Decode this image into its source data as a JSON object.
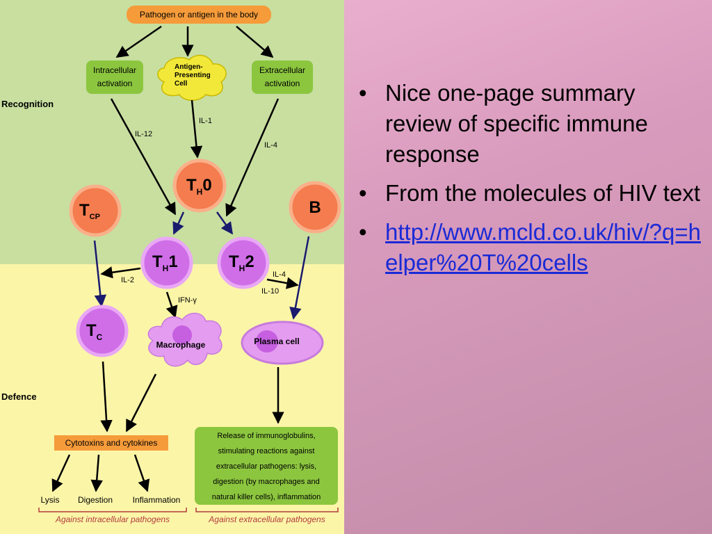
{
  "diagram": {
    "top_box": "Pathogen or antigen in the body",
    "intracellular": [
      "Intracellular",
      "activation"
    ],
    "extracellular": [
      "Extracellular",
      "activation"
    ],
    "apc": [
      "Antigen-",
      "Presenting",
      "Cell"
    ],
    "recognition": "Recognition",
    "defence": "Defence",
    "il12": "IL-12",
    "il1": "IL-1",
    "il4": "IL-4",
    "th0": {
      "main": "T",
      "sub": "H",
      "tail": "0"
    },
    "tcp": {
      "main": "T",
      "sub": "CP"
    },
    "b": "B",
    "th1": {
      "main": "T",
      "sub": "H",
      "tail": "1"
    },
    "th2": {
      "main": "T",
      "sub": "H",
      "tail": "2"
    },
    "il2": "IL-2",
    "il4b": "IL-4",
    "il10": "IL-10",
    "ifn": "IFN-γ",
    "tc": {
      "main": "T",
      "sub": "C"
    },
    "macrophage": "Macrophage",
    "plasma": "Plasma cell",
    "cytotoxins": "Cytotoxins and cytokines",
    "release": [
      "Release of immunoglobulins,",
      "stimulating reactions against",
      "extracellular pathogens: lysis,",
      "digestion (by macrophages and",
      "natural killer cells), inflammation"
    ],
    "lysis": "Lysis",
    "digestion": "Digestion",
    "inflammation": "Inflammation",
    "against_intra": "Against intracellular pathogens",
    "against_extra": "Against extracellular pathogens"
  },
  "bullets": [
    {
      "text": "Nice one-page summary review of specific immune response"
    },
    {
      "text": "From the molecules of HIV text"
    },
    {
      "text": "http://www.mcld.co.uk/hiv/?q=helper%20T%20cells",
      "is_link": true
    }
  ],
  "colors": {
    "recognition_bg": "#c8dfa0",
    "defence_bg": "#fbf5a8",
    "orange_box": "#f59b3a",
    "green_box": "#8cc63f",
    "orange_cell": "#f47c4e",
    "purple_cell": "#d06ee8",
    "link": "#1a2ad6"
  }
}
